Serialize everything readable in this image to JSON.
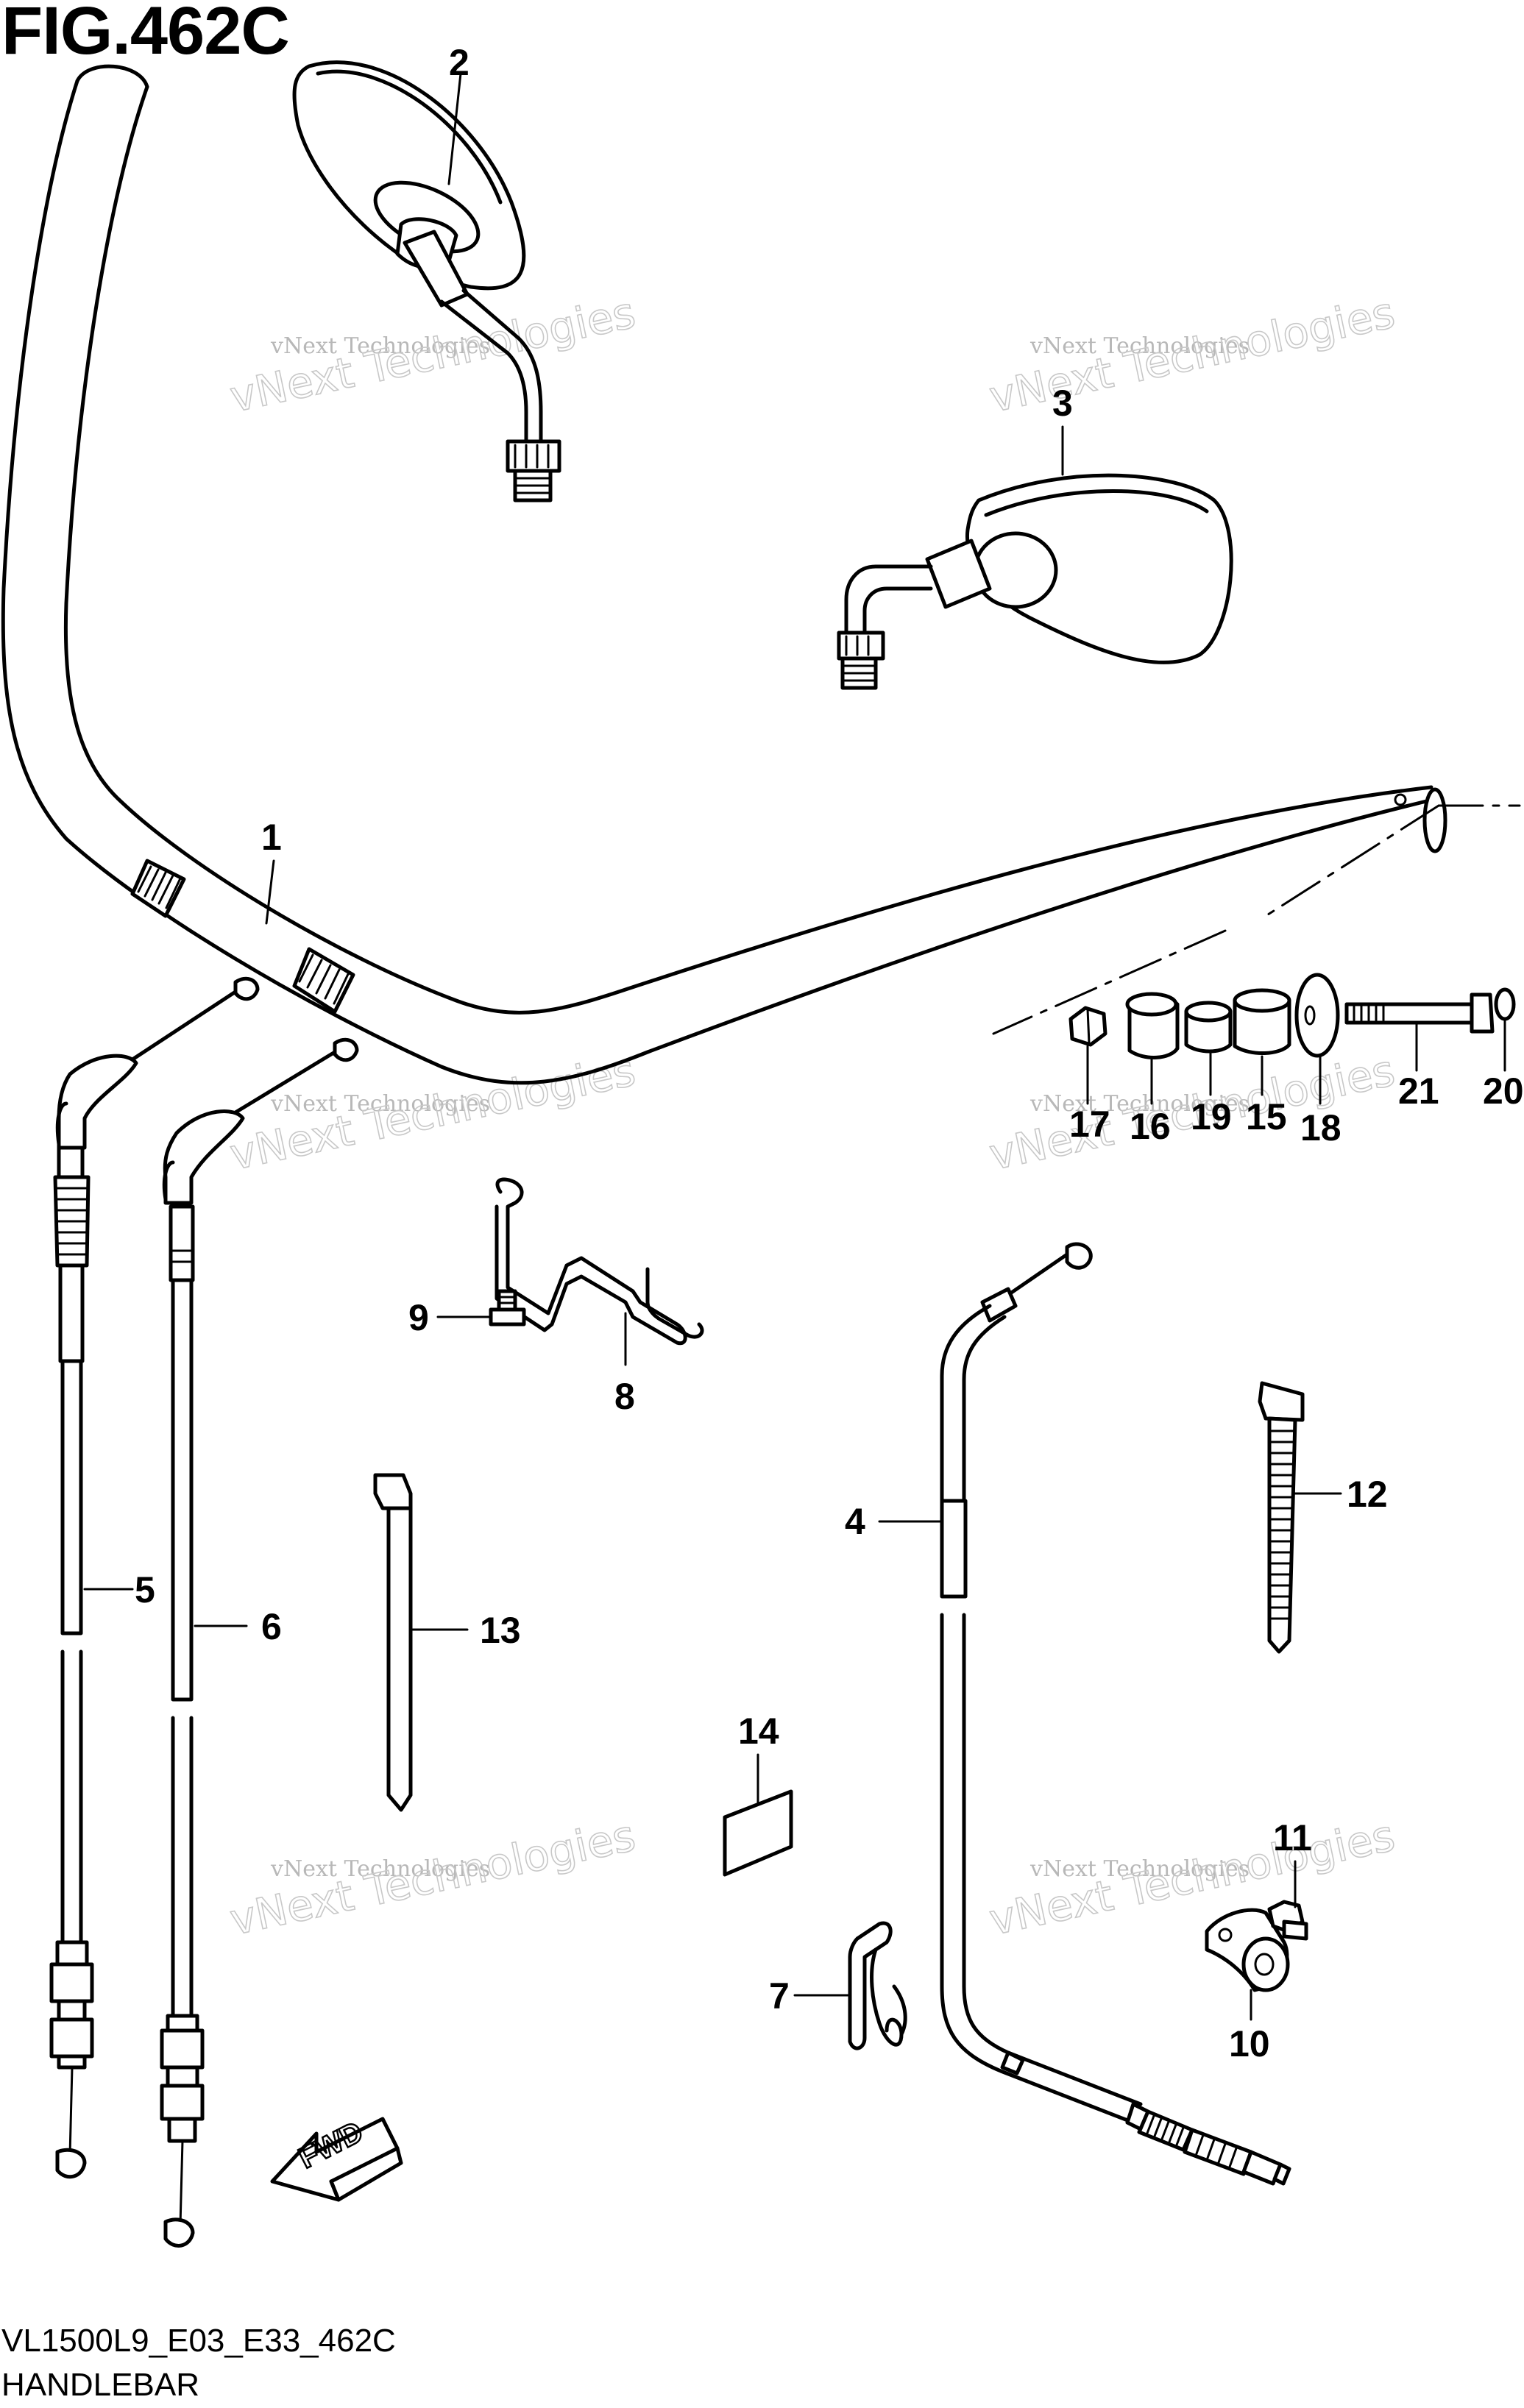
{
  "figure": {
    "title": "FIG.462C",
    "code": "VL1500L9_E03_E33_462C",
    "name": "HANDLEBAR"
  },
  "watermark": {
    "small": "vNext Technologies",
    "large": "vNext Technologies"
  },
  "direction_label": "FWD",
  "callouts": [
    "1",
    "2",
    "3",
    "4",
    "5",
    "6",
    "7",
    "8",
    "9",
    "10",
    "11",
    "12",
    "13",
    "14",
    "15",
    "16",
    "17",
    "18",
    "19",
    "20",
    "21"
  ]
}
